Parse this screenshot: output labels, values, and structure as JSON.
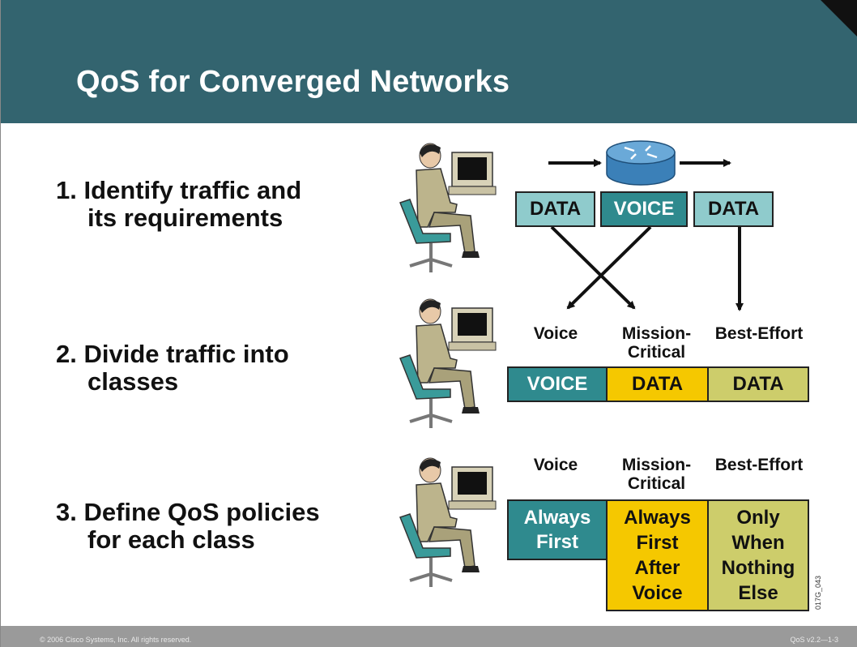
{
  "title": "QoS for Converged Networks",
  "steps": [
    {
      "line1": "1. Identify traffic and",
      "line2": "its requirements"
    },
    {
      "line1": "2. Divide traffic into",
      "line2": "classes"
    },
    {
      "line1": "3. Define QoS policies",
      "line2": "for each class"
    }
  ],
  "row1": {
    "packets": [
      "DATA",
      "VOICE",
      "DATA"
    ]
  },
  "class_labels": {
    "voice": "Voice",
    "mission_1": "Mission-",
    "mission_2": "Critical",
    "best": "Best-Effort"
  },
  "row2": {
    "bars": [
      "VOICE",
      "DATA",
      "DATA"
    ]
  },
  "row3": {
    "voice": [
      "Always",
      "First"
    ],
    "mission": [
      "Always",
      "First",
      "After",
      "Voice"
    ],
    "best": [
      "Only",
      "When",
      "Nothing",
      "Else"
    ]
  },
  "figure_id": "017G_043",
  "footer": {
    "left": "© 2006 Cisco Systems, Inc. All rights reserved.",
    "right": "QoS v2.2—1-3"
  },
  "colors": {
    "header": "#33646f",
    "teal": "#2f8a8e",
    "light_teal": "#8fcbcc",
    "yellow": "#f5c800",
    "olive": "#cdcd6b"
  }
}
